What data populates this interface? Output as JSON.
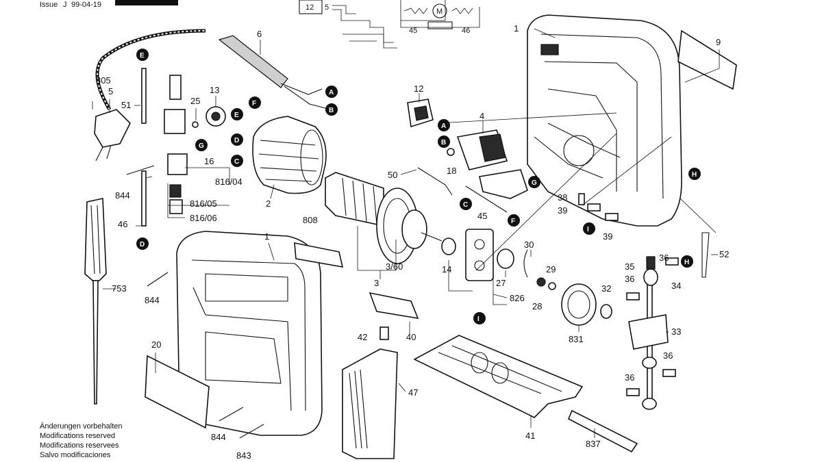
{
  "header": {
    "issue_label": "Issue",
    "issue_code": "J",
    "issue_date": "99-04-19"
  },
  "schematic": {
    "labels": [
      "12",
      "5",
      "45",
      "46",
      "M"
    ]
  },
  "parts": [
    {
      "key": "p1a",
      "label": "1"
    },
    {
      "key": "p1b",
      "label": "1"
    },
    {
      "key": "p2",
      "label": "2"
    },
    {
      "key": "p3",
      "label": "3"
    },
    {
      "key": "p360",
      "label": "3/60"
    },
    {
      "key": "p4",
      "label": "4"
    },
    {
      "key": "p5",
      "label": "5"
    },
    {
      "key": "p6",
      "label": "6"
    },
    {
      "key": "p9",
      "label": "9"
    },
    {
      "key": "p12",
      "label": "12"
    },
    {
      "key": "p13",
      "label": "13"
    },
    {
      "key": "p14",
      "label": "14"
    },
    {
      "key": "p16",
      "label": "16"
    },
    {
      "key": "p18",
      "label": "18"
    },
    {
      "key": "p20",
      "label": "20"
    },
    {
      "key": "p25",
      "label": "25"
    },
    {
      "key": "p27",
      "label": "27"
    },
    {
      "key": "p28",
      "label": "28"
    },
    {
      "key": "p29",
      "label": "29"
    },
    {
      "key": "p30",
      "label": "30"
    },
    {
      "key": "p32",
      "label": "32"
    },
    {
      "key": "p33",
      "label": "33"
    },
    {
      "key": "p34",
      "label": "34"
    },
    {
      "key": "p35",
      "label": "35"
    },
    {
      "key": "p36a",
      "label": "36"
    },
    {
      "key": "p36b",
      "label": "36"
    },
    {
      "key": "p36c",
      "label": "36"
    },
    {
      "key": "p36d",
      "label": "36"
    },
    {
      "key": "p38",
      "label": "38"
    },
    {
      "key": "p39a",
      "label": "39"
    },
    {
      "key": "p39b",
      "label": "39"
    },
    {
      "key": "p40",
      "label": "40"
    },
    {
      "key": "p41",
      "label": "41"
    },
    {
      "key": "p42",
      "label": "42"
    },
    {
      "key": "p45",
      "label": "45"
    },
    {
      "key": "p46",
      "label": "46"
    },
    {
      "key": "p47",
      "label": "47"
    },
    {
      "key": "p50",
      "label": "50"
    },
    {
      "key": "p51",
      "label": "51"
    },
    {
      "key": "p52",
      "label": "52"
    },
    {
      "key": "p753",
      "label": "753"
    },
    {
      "key": "p805",
      "label": "805"
    },
    {
      "key": "p808",
      "label": "808"
    },
    {
      "key": "p81604",
      "label": "816/04"
    },
    {
      "key": "p81605",
      "label": "816/05"
    },
    {
      "key": "p81606",
      "label": "816/06"
    },
    {
      "key": "p826",
      "label": "826"
    },
    {
      "key": "p831",
      "label": "831"
    },
    {
      "key": "p837",
      "label": "837"
    },
    {
      "key": "p843",
      "label": "843"
    },
    {
      "key": "p844a",
      "label": "844"
    },
    {
      "key": "p844b",
      "label": "844"
    },
    {
      "key": "p844c",
      "label": "844"
    }
  ],
  "callouts": [
    {
      "key": "A1",
      "letter": "A"
    },
    {
      "key": "A2",
      "letter": "A"
    },
    {
      "key": "B1",
      "letter": "B"
    },
    {
      "key": "B2",
      "letter": "B"
    },
    {
      "key": "C1",
      "letter": "C"
    },
    {
      "key": "C2",
      "letter": "C"
    },
    {
      "key": "D1",
      "letter": "D"
    },
    {
      "key": "D2",
      "letter": "D"
    },
    {
      "key": "E1",
      "letter": "E"
    },
    {
      "key": "E2",
      "letter": "E"
    },
    {
      "key": "F1",
      "letter": "F"
    },
    {
      "key": "F2",
      "letter": "F"
    },
    {
      "key": "G1",
      "letter": "G"
    },
    {
      "key": "G2",
      "letter": "G"
    },
    {
      "key": "H1",
      "letter": "H"
    },
    {
      "key": "H2",
      "letter": "H"
    },
    {
      "key": "I1",
      "letter": "I"
    },
    {
      "key": "I2",
      "letter": "I"
    }
  ],
  "footer_notes": [
    "Änderungen vorbehalten",
    "Modifications reserved",
    "Modifications reservees",
    "Salvo modificaciones"
  ]
}
